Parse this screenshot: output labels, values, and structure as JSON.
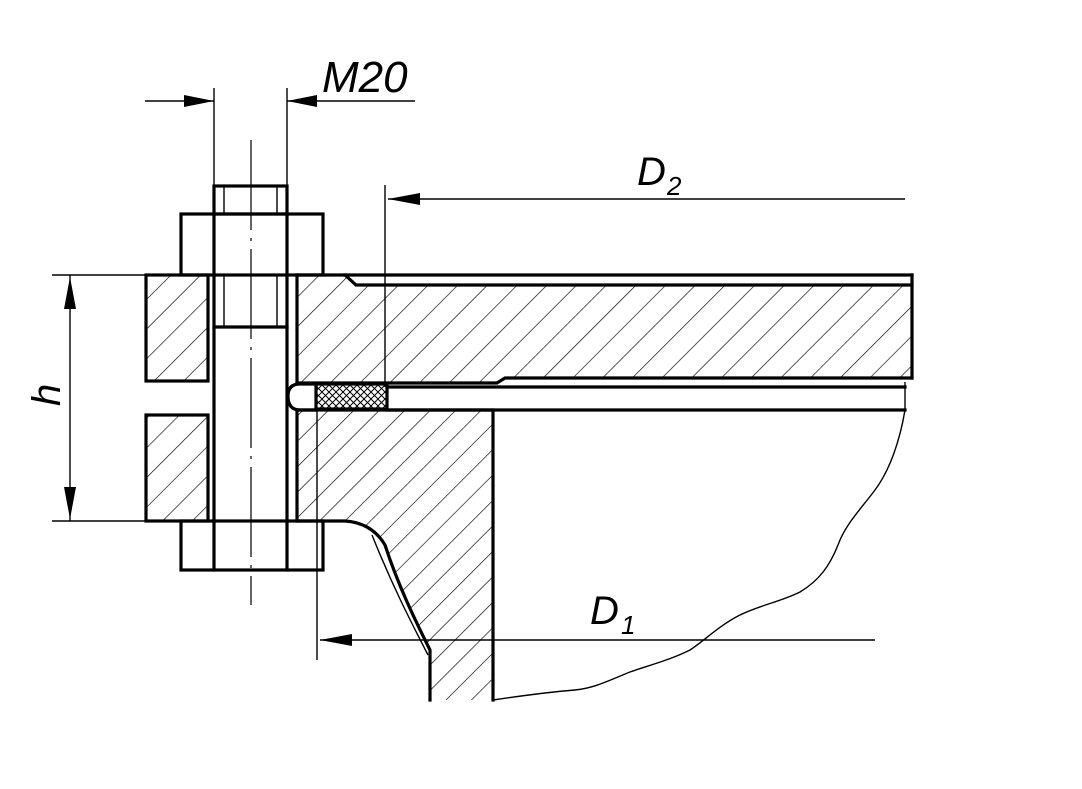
{
  "labels": {
    "bolt": "M20",
    "d2_main": "D",
    "d2_sub": "2",
    "d1_main": "D",
    "d1_sub": "1",
    "height": "h"
  }
}
